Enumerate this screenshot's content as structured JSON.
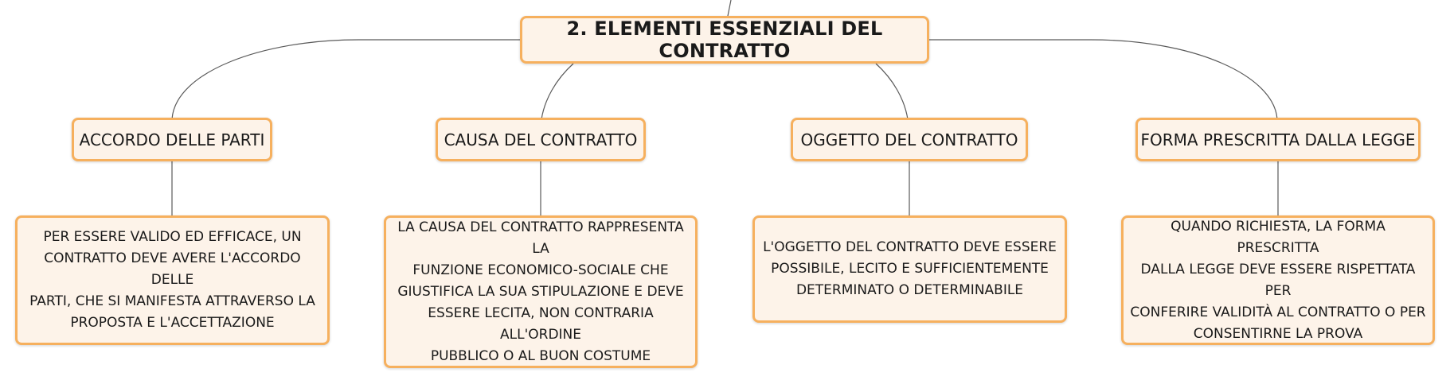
{
  "diagram": {
    "root": {
      "label": "2. ELEMENTI ESSENZIALI DEL CONTRATTO"
    },
    "branches": [
      {
        "label": "ACCORDO DELLE PARTI",
        "description": [
          "PER ESSERE VALIDO ED EFFICACE, UN",
          "CONTRATTO DEVE AVERE L'ACCORDO DELLE",
          "PARTI, CHE SI MANIFESTA ATTRAVERSO LA",
          "PROPOSTA E L'ACCETTAZIONE"
        ]
      },
      {
        "label": "CAUSA DEL CONTRATTO",
        "description": [
          "LA CAUSA DEL CONTRATTO RAPPRESENTA LA",
          "FUNZIONE ECONOMICO-SOCIALE CHE",
          "GIUSTIFICA LA SUA STIPULAZIONE E DEVE",
          "ESSERE LECITA, NON CONTRARIA ALL'ORDINE",
          "PUBBLICO O AL BUON COSTUME"
        ]
      },
      {
        "label": "OGGETTO DEL CONTRATTO",
        "description": [
          "L'OGGETTO DEL CONTRATTO DEVE ESSERE",
          "POSSIBILE, LECITO E SUFFICIENTEMENTE",
          "DETERMINATO O DETERMINABILE"
        ]
      },
      {
        "label": "FORMA PRESCRITTA DALLA LEGGE",
        "description": [
          "QUANDO RICHIESTA, LA FORMA PRESCRITTA",
          "DALLA LEGGE DEVE ESSERE RISPETTATA PER",
          "CONFERIRE VALIDITÀ AL CONTRATTO O PER",
          "CONSENTIRNE LA PROVA"
        ]
      }
    ]
  },
  "colors": {
    "node_fill": "#fdf3e9",
    "node_border": "#f6b05e",
    "connector": "#5a5a5a"
  }
}
